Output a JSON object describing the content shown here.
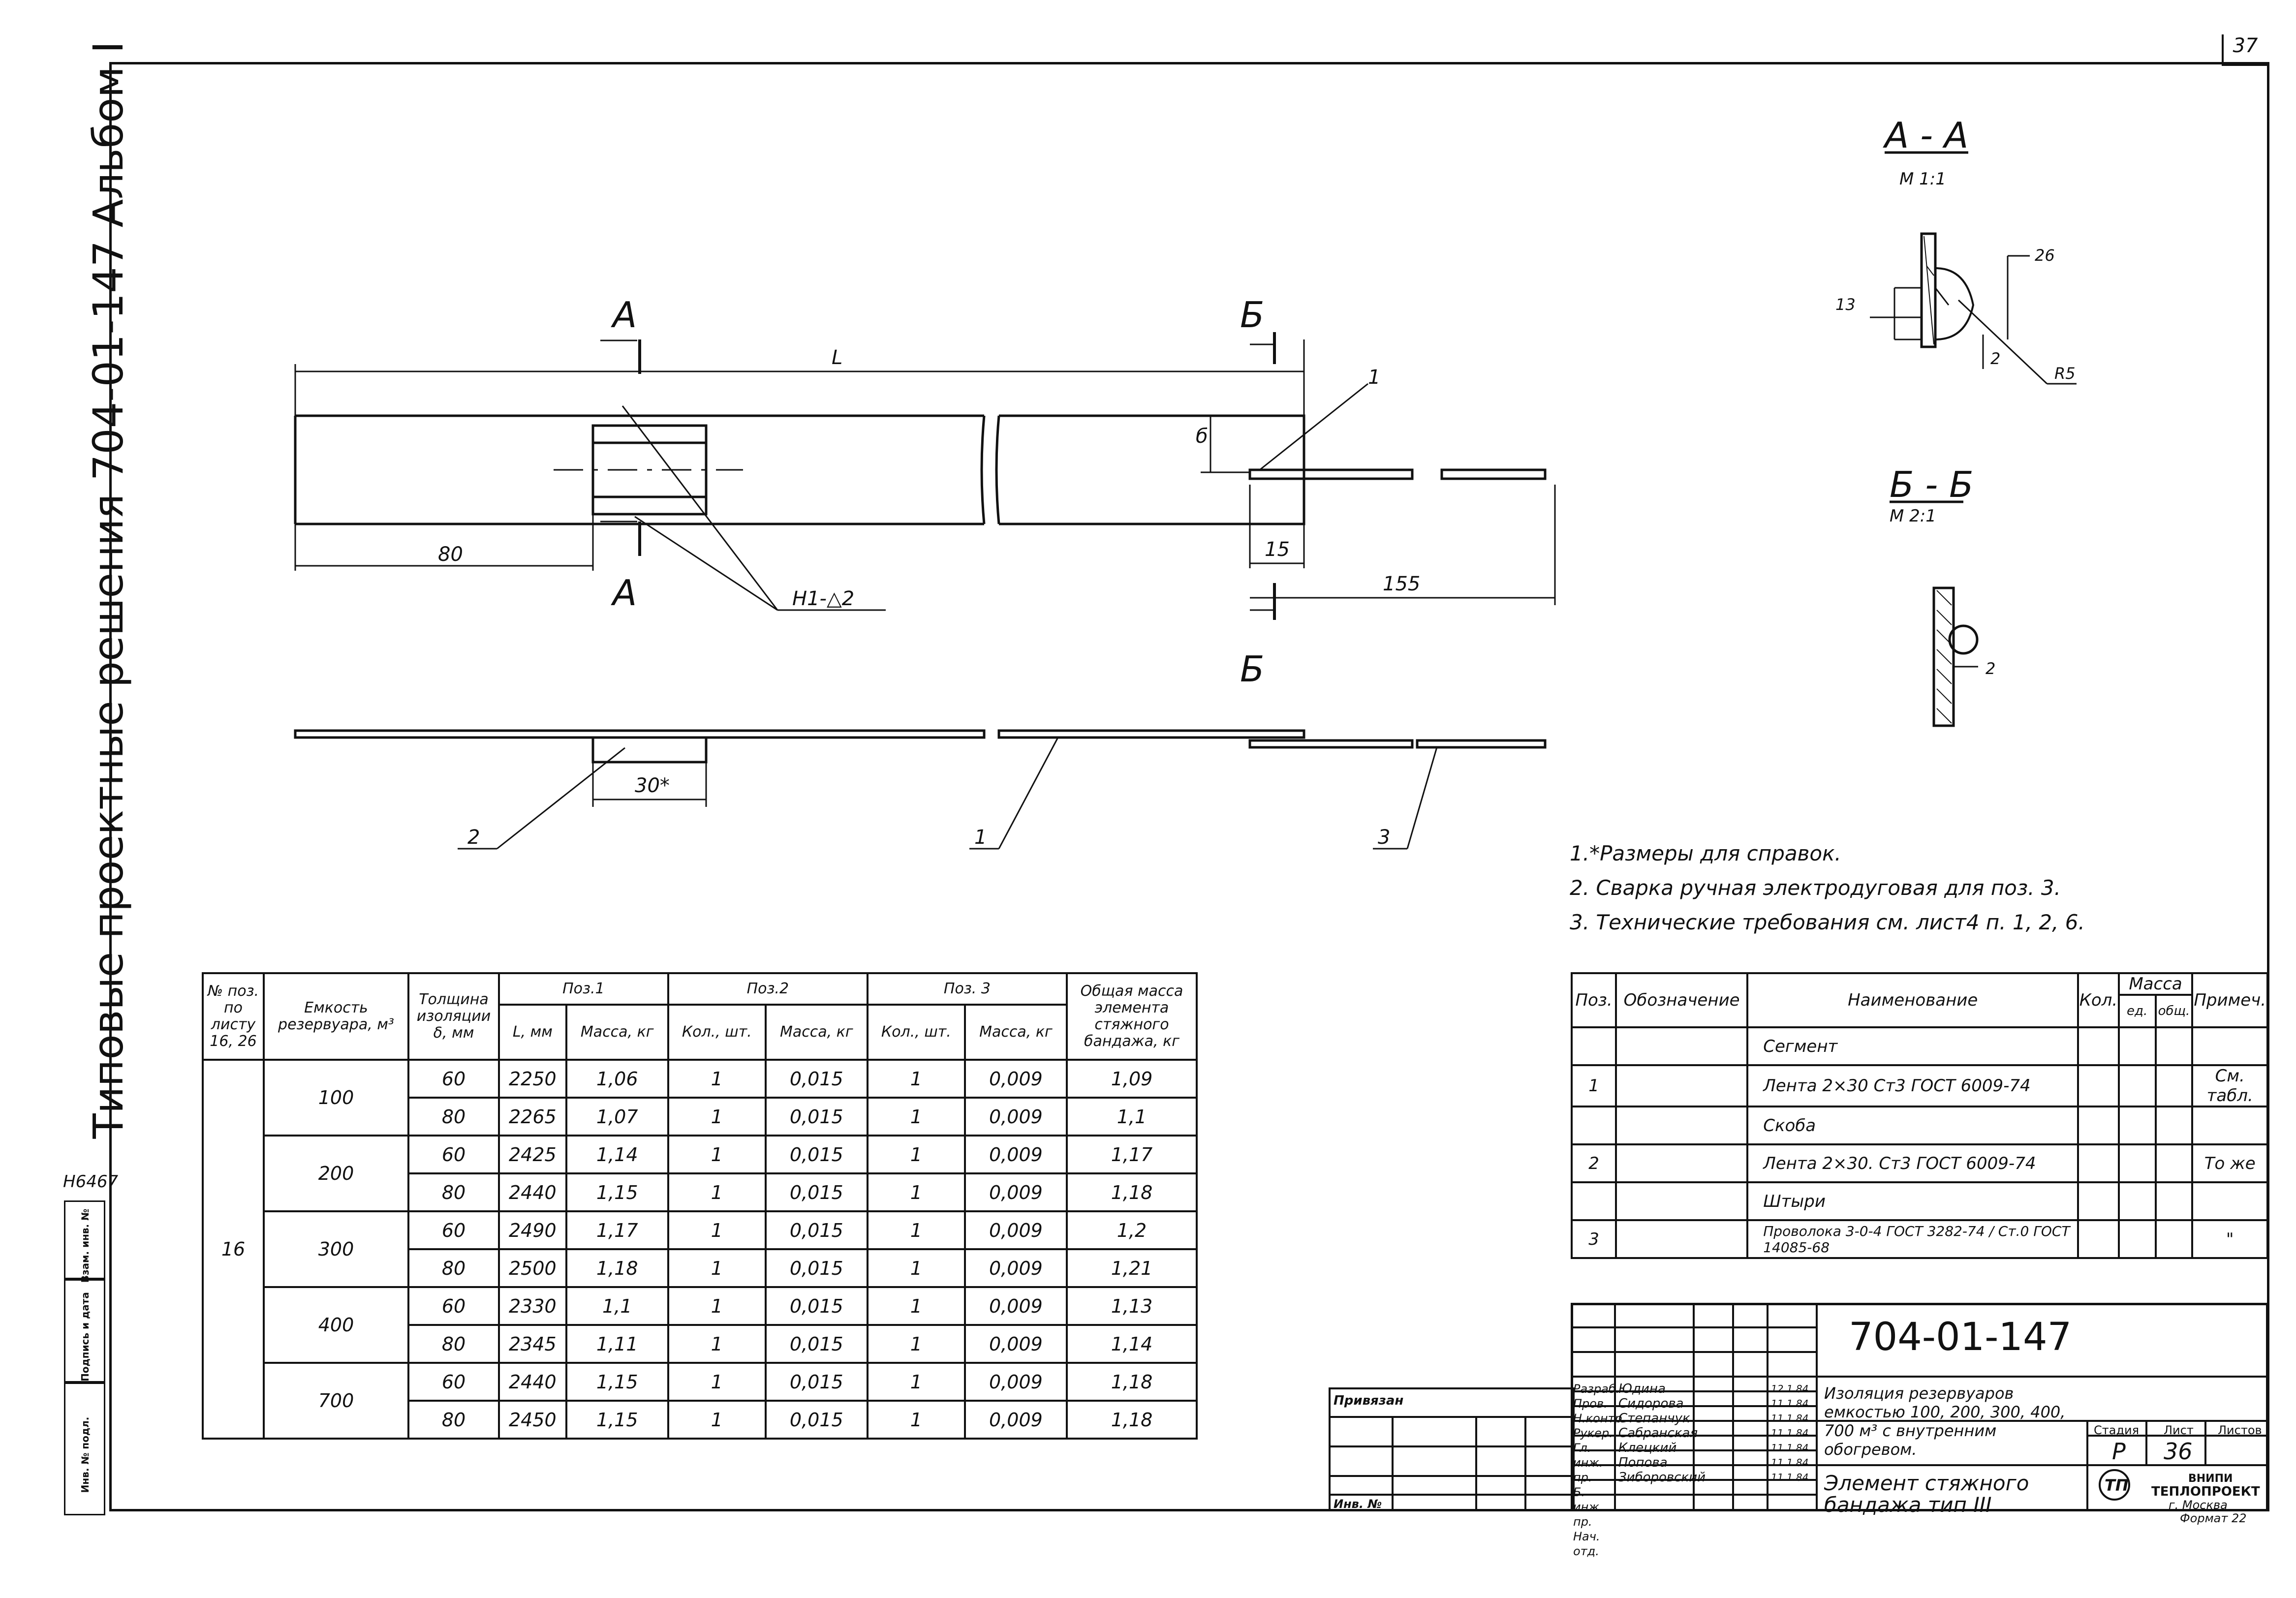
{
  "page": {
    "sheet_number": "37",
    "side_title": "Типовые проектные решения 704-01-147 Альбом I",
    "archive_number": "Н6467",
    "archive_columns": [
      "Инв. № подл.",
      "Подпись и дата",
      "Взам. инв. №"
    ]
  },
  "drawing": {
    "section_a_top": "А",
    "section_a_bottom": "А",
    "section_b_top": "Б",
    "section_b_bottom": "Б",
    "dim_L": "L",
    "dim_80": "80",
    "dim_15": "15",
    "dim_155": "155",
    "dim_b": "б",
    "dim_30": "30*",
    "weld_mark": "Н1-△2",
    "pos1": "1",
    "pos2": "2",
    "pos3": "3",
    "callout_1_top": "1",
    "section_aa_title": "А - А",
    "section_aa_scale": "М 1:1",
    "section_aa_13": "13",
    "section_aa_26": "26",
    "section_aa_2": "2",
    "section_aa_r5": "R5",
    "section_bb_title": "Б - Б",
    "section_bb_scale": "М 2:1",
    "section_bb_2": "2"
  },
  "notes": [
    "1.*Размеры для справок.",
    "2. Сварка ручная электродуговая для поз. 3.",
    "3. Технические требования см. лист4 п. 1, 2, 6."
  ],
  "data_table": {
    "headers": {
      "pos_ref": "№ поз. по листу 16, 26",
      "capacity": "Емкость резервуара, м³",
      "thickness": "Толщина изоляции δ, мм",
      "pos1": "Поз.1",
      "pos2": "Поз.2",
      "pos3": "Поз. 3",
      "total": "Общая масса элемента стяжного бандажа, кг",
      "L_mm": "L, мм",
      "mass_kg": "Масса, кг",
      "qty_pcs": "Кол., шт.",
      "mass2_kg": "Масса, кг",
      "qty3_pcs": "Кол., шт.",
      "mass3_kg": "Масса, кг"
    },
    "pos_value": "16",
    "groups": [
      {
        "capacity": "100",
        "rows": [
          {
            "t": "60",
            "L": "2250",
            "m1": "1,06",
            "q2": "1",
            "m2": "0,015",
            "q3": "1",
            "m3": "0,009",
            "total": "1,09"
          },
          {
            "t": "80",
            "L": "2265",
            "m1": "1,07",
            "q2": "1",
            "m2": "0,015",
            "q3": "1",
            "m3": "0,009",
            "total": "1,1"
          }
        ]
      },
      {
        "capacity": "200",
        "rows": [
          {
            "t": "60",
            "L": "2425",
            "m1": "1,14",
            "q2": "1",
            "m2": "0,015",
            "q3": "1",
            "m3": "0,009",
            "total": "1,17"
          },
          {
            "t": "80",
            "L": "2440",
            "m1": "1,15",
            "q2": "1",
            "m2": "0,015",
            "q3": "1",
            "m3": "0,009",
            "total": "1,18"
          }
        ]
      },
      {
        "capacity": "300",
        "rows": [
          {
            "t": "60",
            "L": "2490",
            "m1": "1,17",
            "q2": "1",
            "m2": "0,015",
            "q3": "1",
            "m3": "0,009",
            "total": "1,2"
          },
          {
            "t": "80",
            "L": "2500",
            "m1": "1,18",
            "q2": "1",
            "m2": "0,015",
            "q3": "1",
            "m3": "0,009",
            "total": "1,21"
          }
        ]
      },
      {
        "capacity": "400",
        "rows": [
          {
            "t": "60",
            "L": "2330",
            "m1": "1,1",
            "q2": "1",
            "m2": "0,015",
            "q3": "1",
            "m3": "0,009",
            "total": "1,13"
          },
          {
            "t": "80",
            "L": "2345",
            "m1": "1,11",
            "q2": "1",
            "m2": "0,015",
            "q3": "1",
            "m3": "0,009",
            "total": "1,14"
          }
        ]
      },
      {
        "capacity": "700",
        "rows": [
          {
            "t": "60",
            "L": "2440",
            "m1": "1,15",
            "q2": "1",
            "m2": "0,015",
            "q3": "1",
            "m3": "0,009",
            "total": "1,18"
          },
          {
            "t": "80",
            "L": "2450",
            "m1": "1,15",
            "q2": "1",
            "m2": "0,015",
            "q3": "1",
            "m3": "0,009",
            "total": "1,18"
          }
        ]
      }
    ]
  },
  "spec_table": {
    "headers": {
      "pos": "Поз.",
      "designation": "Обозначение",
      "name": "Наименование",
      "qty": "Кол.",
      "mass": "Масса",
      "mass_unit": "ед.",
      "mass_total": "общ.",
      "note": "Примеч."
    },
    "rows": [
      {
        "pos": "",
        "name": "Сегмент",
        "note": ""
      },
      {
        "pos": "1",
        "name": "Лента 2×30 Ст3 ГОСТ 6009-74",
        "note": "См. табл."
      },
      {
        "pos": "",
        "name": "Скоба",
        "note": ""
      },
      {
        "pos": "2",
        "name": "Лента 2×30. Ст3 ГОСТ 6009-74",
        "note": "То же"
      },
      {
        "pos": "",
        "name": "Штыри",
        "note": ""
      },
      {
        "pos": "3",
        "name": "Проволока 3-0-4 ГОСТ 3282-74 / Ст.0 ГОСТ 14085-68",
        "note": "\""
      }
    ]
  },
  "title_block": {
    "doc_code": "704-01-147",
    "attached": "Привязан",
    "inv_no": "Инв. №",
    "roles": [
      "Разраб.",
      "Пров.",
      "Н.контр.",
      "Рукер.",
      "Гл. инж. пр.",
      "Б. инж. пр.",
      "Нач. отд."
    ],
    "names": [
      "Юдина",
      "Сидорова",
      "Степанчук",
      "Сабранская",
      "Клецкий",
      "Попова",
      "Зиборовский"
    ],
    "dates": [
      "12.1.84",
      "11.1.84",
      "11.1.84",
      "11.1.84",
      "11.1.84",
      "11.1.84",
      "11.1.84"
    ],
    "project_title": "Изоляция резервуаров емкостью 100, 200, 300, 400, 700 м³ с внутренним обогревом.",
    "sheet_title": "Элемент стяжного бандажа тип III",
    "stage_label": "Стадия",
    "sheet_label": "Лист",
    "sheets_label": "Листов",
    "stage": "Р",
    "sheet": "36",
    "org_line1": "ВНИПИ",
    "org_line2": "ТЕПЛОПРОЕКТ",
    "org_city": "г. Москва",
    "format": "Формат 22"
  }
}
